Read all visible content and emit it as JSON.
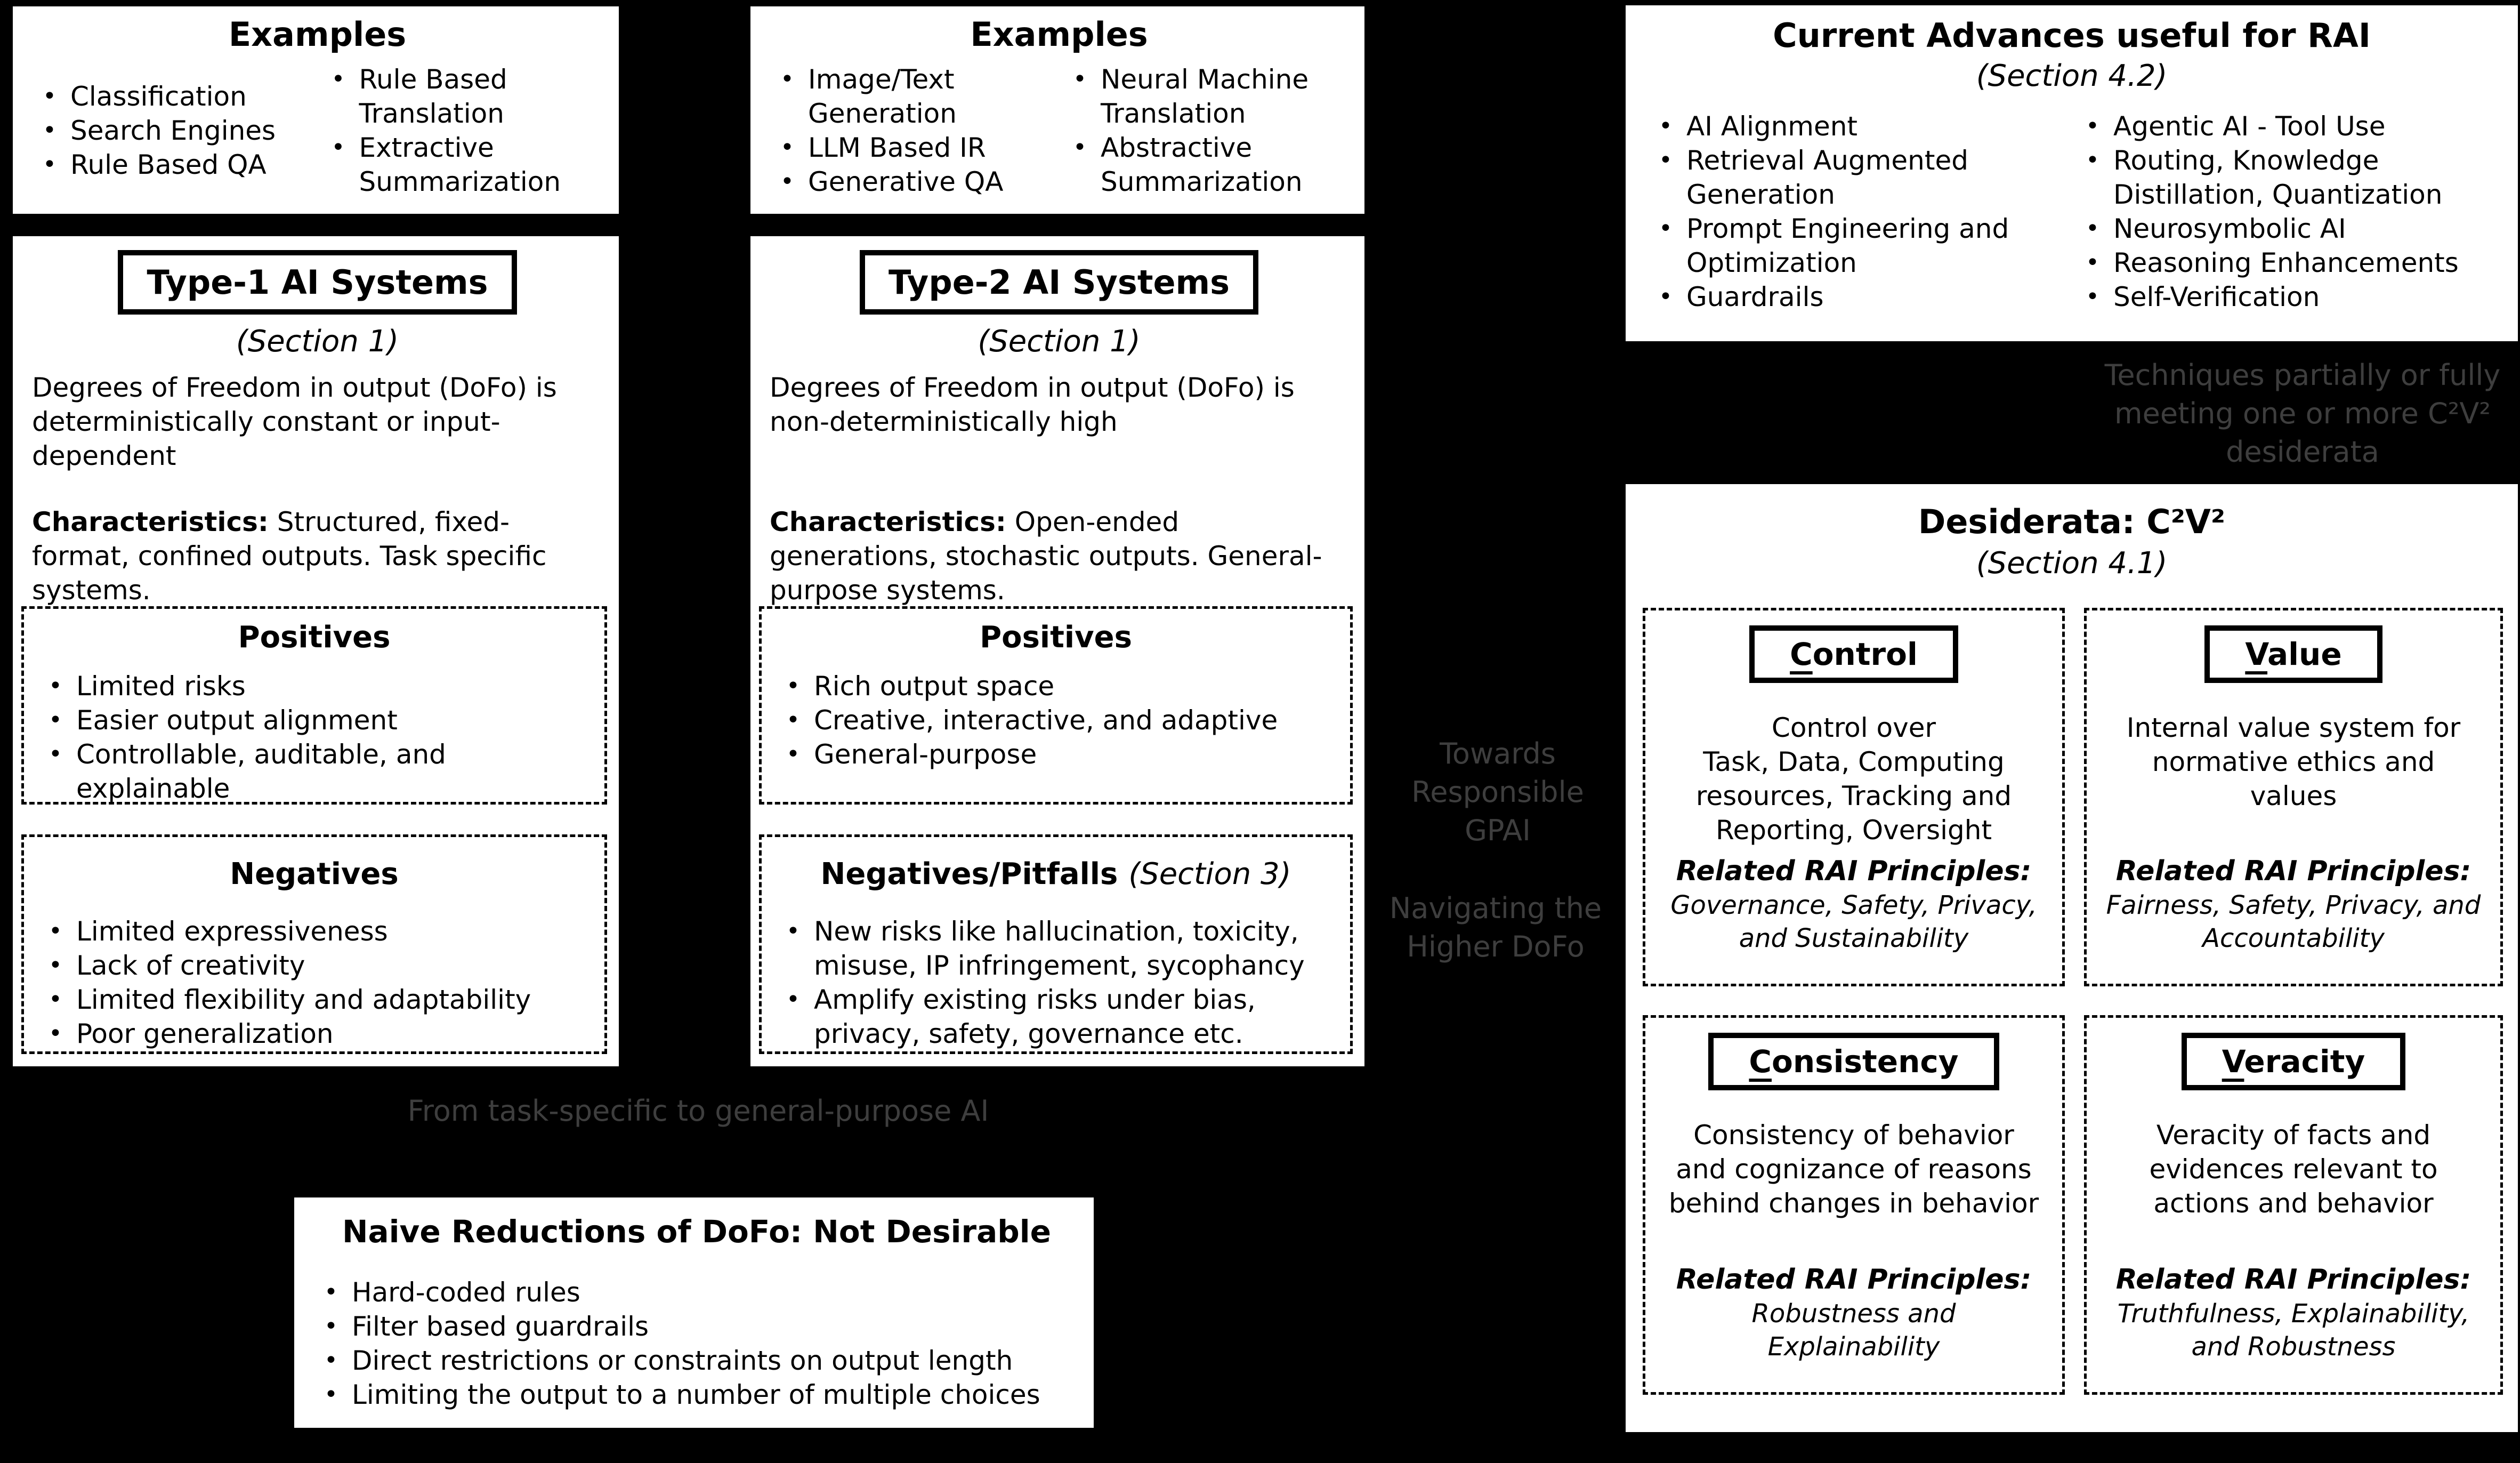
{
  "colors": {
    "background": "#000000",
    "box_background": "#ffffff",
    "text": "#000000",
    "muted_text": "#3e3e3e"
  },
  "examples_type1": {
    "title": "Examples",
    "column1": [
      "Classification",
      "Search Engines",
      "Rule Based QA"
    ],
    "column2": [
      "Rule Based Translation",
      "Extractive Summarization"
    ]
  },
  "examples_type2": {
    "title": "Examples",
    "column1": [
      "Image/Text Generation",
      "LLM Based IR",
      "Generative QA"
    ],
    "column2": [
      "Neural Machine Translation",
      "Abstractive Summarization"
    ]
  },
  "type1": {
    "title": "Type-1 AI Systems",
    "section": "(Section 1)",
    "description": "Degrees of Freedom in output (DoFo) is deterministically constant or input-dependent",
    "characteristics_label": "Characteristics:",
    "characteristics_text": "Structured, fixed-format, confined outputs. Task specific systems.",
    "positives": {
      "title": "Positives",
      "items": [
        "Limited risks",
        "Easier output alignment",
        "Controllable, auditable, and explainable"
      ]
    },
    "negatives": {
      "title": "Negatives",
      "section": "",
      "items": [
        "Limited expressiveness",
        "Lack of creativity",
        "Limited flexibility and adaptability",
        "Poor generalization"
      ]
    }
  },
  "type2": {
    "title": "Type-2 AI Systems",
    "section": "(Section 1)",
    "description": "Degrees of Freedom in output (DoFo) is non-deterministically high",
    "characteristics_label": "Characteristics:",
    "characteristics_text": "Open-ended generations, stochastic outputs. General-purpose systems.",
    "positives": {
      "title": "Positives",
      "items": [
        "Rich output space",
        "Creative, interactive, and adaptive",
        "General-purpose"
      ]
    },
    "negatives": {
      "title": "Negatives/Pitfalls",
      "section": "(Section 3)",
      "items": [
        "New risks like hallucination, toxicity, misuse, IP infringement, sycophancy",
        "Amplify existing risks under bias, privacy, safety, governance etc."
      ]
    }
  },
  "transition_note": "From task-specific to general-purpose AI",
  "middle_notes": {
    "line1": "Towards Responsible GPAI",
    "line2": "Navigating the Higher DoFo"
  },
  "naive_reductions": {
    "title": "Naive Reductions of DoFo: Not Desirable",
    "items": [
      "Hard-coded rules",
      "Filter based guardrails",
      "Direct restrictions or constraints on output length",
      "Limiting the output to a number of multiple choices"
    ]
  },
  "current_advances": {
    "title": "Current Advances useful for RAI",
    "section": "(Section 4.2)",
    "column1": [
      "AI Alignment",
      "Retrieval Augmented Generation",
      "Prompt Engineering and Optimization",
      "Guardrails"
    ],
    "column2": [
      "Agentic AI - Tool Use",
      "Routing, Knowledge Distillation, Quantization",
      "Neurosymbolic AI",
      "Reasoning Enhancements",
      "Self-Verification"
    ]
  },
  "advances_note": "Techniques partially or fully meeting one or more C²V² desiderata",
  "desiderata": {
    "title": "Desiderata: C²V²",
    "section": "(Section 4.1)",
    "principles_label": "Related RAI Principles:",
    "cells": {
      "control": {
        "title": "Control",
        "body": "Control over\nTask, Data, Computing resources, Tracking and Reporting, Oversight",
        "principles": "Governance, Safety, Privacy, and Sustainability"
      },
      "value": {
        "title": "Value",
        "body": "Internal value system for normative ethics and values",
        "principles": "Fairness, Safety, Privacy, and Accountability"
      },
      "consistency": {
        "title": "Consistency",
        "body": "Consistency of behavior and cognizance of reasons behind changes in behavior",
        "principles": "Robustness and Explainability"
      },
      "veracity": {
        "title": "Veracity",
        "body": "Veracity of facts and evidences relevant to actions and behavior",
        "principles": "Truthfulness, Explainability, and Robustness"
      }
    }
  }
}
